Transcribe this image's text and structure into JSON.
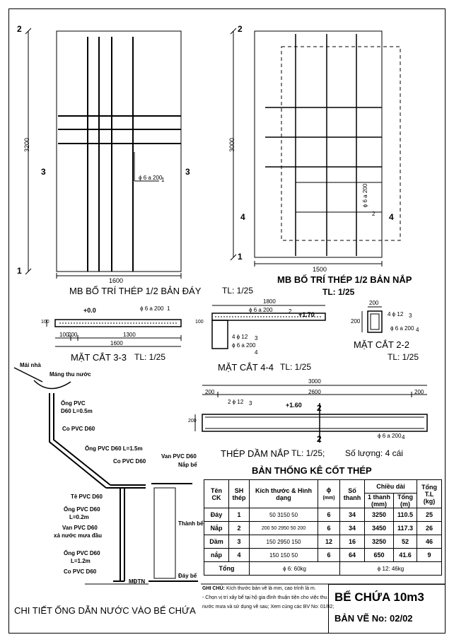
{
  "axes": {
    "a2": "2",
    "a1": "1",
    "a3": "3",
    "a4": "4"
  },
  "plan_bottom": {
    "title": "MB BỐ TRÍ THÉP 1/2 BẢN ĐÁY",
    "scale": "TL: 1/25",
    "dim_height": "3200",
    "dim_width": "1600",
    "rebar": "ϕ 6 a 200",
    "mark": "1"
  },
  "plan_top": {
    "title": "MB BỐ TRÍ THÉP 1/2 BẢN NẮP",
    "scale": "TL: 1/25",
    "dim_height": "3000",
    "dim_width": "1500",
    "rebar": "ϕ 6 a 200",
    "mark": "2"
  },
  "section33": {
    "title": "MẶT CẮT 3-3",
    "scale": "TL: 1/25",
    "level": "+0.0",
    "rebar": "ϕ 6 a 200",
    "mark": "1",
    "d_thick": "100",
    "d_left": "100",
    "d_mid": "200",
    "d_span": "1300",
    "d_total": "1600"
  },
  "section44": {
    "title": "MẶT CẮT 4-4",
    "scale": "TL: 1/25",
    "d_top": "1800",
    "level": "+1.70",
    "rebar_top": "ϕ 6 a 200",
    "mark_top": "2",
    "rebar_a": "4 ϕ 12",
    "mark_a": "3",
    "rebar_b": "ϕ 6 a 200",
    "mark_b": "4",
    "d_thick": "100"
  },
  "section22": {
    "title": "MẶT CẮT 2-2",
    "scale": "TL: 1/25",
    "d_w": "200",
    "d_h": "200",
    "rebar_a": "4 ϕ 12",
    "mark_a": "3",
    "rebar_b": "ϕ 6 a 200",
    "mark_b": "4"
  },
  "beam": {
    "title": "THÉP DẦM NẮP",
    "scale": "TL: 1/25;",
    "qty": "Số lượng: 4 cái",
    "d_total": "3000",
    "d_left": "200",
    "d_mid": "2600",
    "d_right": "200",
    "d_h": "200",
    "rebar_a": "2 ϕ 12",
    "mark_a": "3",
    "level": "+1.60",
    "rebar_b": "ϕ 6 a 200",
    "mark_b": "4",
    "sec": "2"
  },
  "pipe": {
    "title": "CHI TIẾT ỐNG DẪN NƯỚC VÀO BỂ CHỨA",
    "labels": [
      "Mái nhà",
      "Máng thu nước",
      "Ống PVC",
      "D60 L=0.5m",
      "Co PVC D60",
      "Ống PVC D60 L=1.5m",
      "Co PVC D60",
      "Van PVC D60",
      "Nắp bể",
      "Tê PVC D60",
      "Ống PVC D60",
      "L=0.2m",
      "Van PVC D60",
      "xả nước mưa đầu",
      "Ống PVC D60",
      "L=1.2m",
      "Co PVC D60",
      "Thành bể",
      "Đáy bể",
      "MĐTN"
    ]
  },
  "bom": {
    "title": "BẢN THỐNG KÊ CỐT THÉP",
    "headers": {
      "ten": "Tên CK",
      "sh": "SH thép",
      "kt": "Kích thước & Hình dạng",
      "phi": "ϕ",
      "phi_unit": "(mm)",
      "so": "Số thanh",
      "cd": "Chiều dài",
      "cd1": "1 thanh (mm)",
      "cd2": "Tổng (m)",
      "tl": "Tổng T.L (kg)"
    },
    "rows": [
      {
        "ten": "Đáy",
        "sh": "1",
        "shape": {
          "a": "50",
          "b": "3150",
          "c": "50"
        },
        "phi": "6",
        "so": "34",
        "one": "3250",
        "tot": "110.5",
        "kg": "25"
      },
      {
        "ten": "Nắp",
        "sh": "2",
        "shape": {
          "a": "50",
          "b": "2950",
          "c": "50",
          "d": "200",
          "e": "200"
        },
        "phi": "6",
        "so": "34",
        "one": "3450",
        "tot": "117.3",
        "kg": "26"
      },
      {
        "ten": "Dầm",
        "sh": "3",
        "shape": {
          "a": "150",
          "b": "2950",
          "c": "150"
        },
        "phi": "12",
        "so": "16",
        "one": "3250",
        "tot": "52",
        "kg": "46"
      },
      {
        "ten": "nắp",
        "sh": "4",
        "shape": {
          "a": "150",
          "b": "150",
          "c": "50"
        },
        "phi": "6",
        "so": "64",
        "one": "650",
        "tot": "41.6",
        "kg": "9"
      }
    ],
    "total_label": "Tổng",
    "total_a": "ϕ 6: 60kg",
    "total_b": "ϕ 12: 46kg"
  },
  "notes": {
    "title": "GHI CHÚ:",
    "l1": "Kích thước bản vẽ là mm, cao trình là m.",
    "l2": "- Chọn vị trí xây bể tại hộ gia đình thuận tiện cho việc thu",
    "l3": "nước mưa và sử dụng  về sau; Xem cùng các BV No: 01/02;"
  },
  "title_block": {
    "name": "BỂ CHỨA 10m3",
    "sheet": "BẢN VẼ No: 02/02"
  }
}
